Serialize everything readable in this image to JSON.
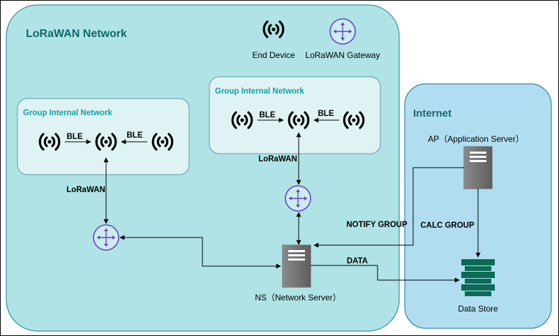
{
  "title": "LoRaWAN Network",
  "legend": {
    "end_device": "End Device",
    "gateway": "LoRaWAN Gateway"
  },
  "group_left": {
    "title": "Group Internal Network",
    "ble_1": "BLE",
    "ble_2": "BLE"
  },
  "group_right": {
    "title": "Group Internal Network",
    "ble_1": "BLE",
    "ble_2": "BLE"
  },
  "lorawan_left": "LoRaWAN",
  "lorawan_right": "LoRaWAN",
  "internet_title": "Internet",
  "app_server": "AP（Application Server）",
  "notify_group": "NOTIFY GROUP",
  "calc_group": "CALC GROUP",
  "data": "DATA",
  "network_server": "NS（Network Server）",
  "data_store": "Data Store",
  "colors": {
    "lorawan_bg": "#b0e3e6",
    "internet_bg": "#b1ddf0",
    "group_bg": "#dff3f4",
    "teal_text": "#0e6b6b",
    "gateway": "#6a3fd1",
    "server": "#6d6d6d",
    "store": "#0b6b55"
  }
}
